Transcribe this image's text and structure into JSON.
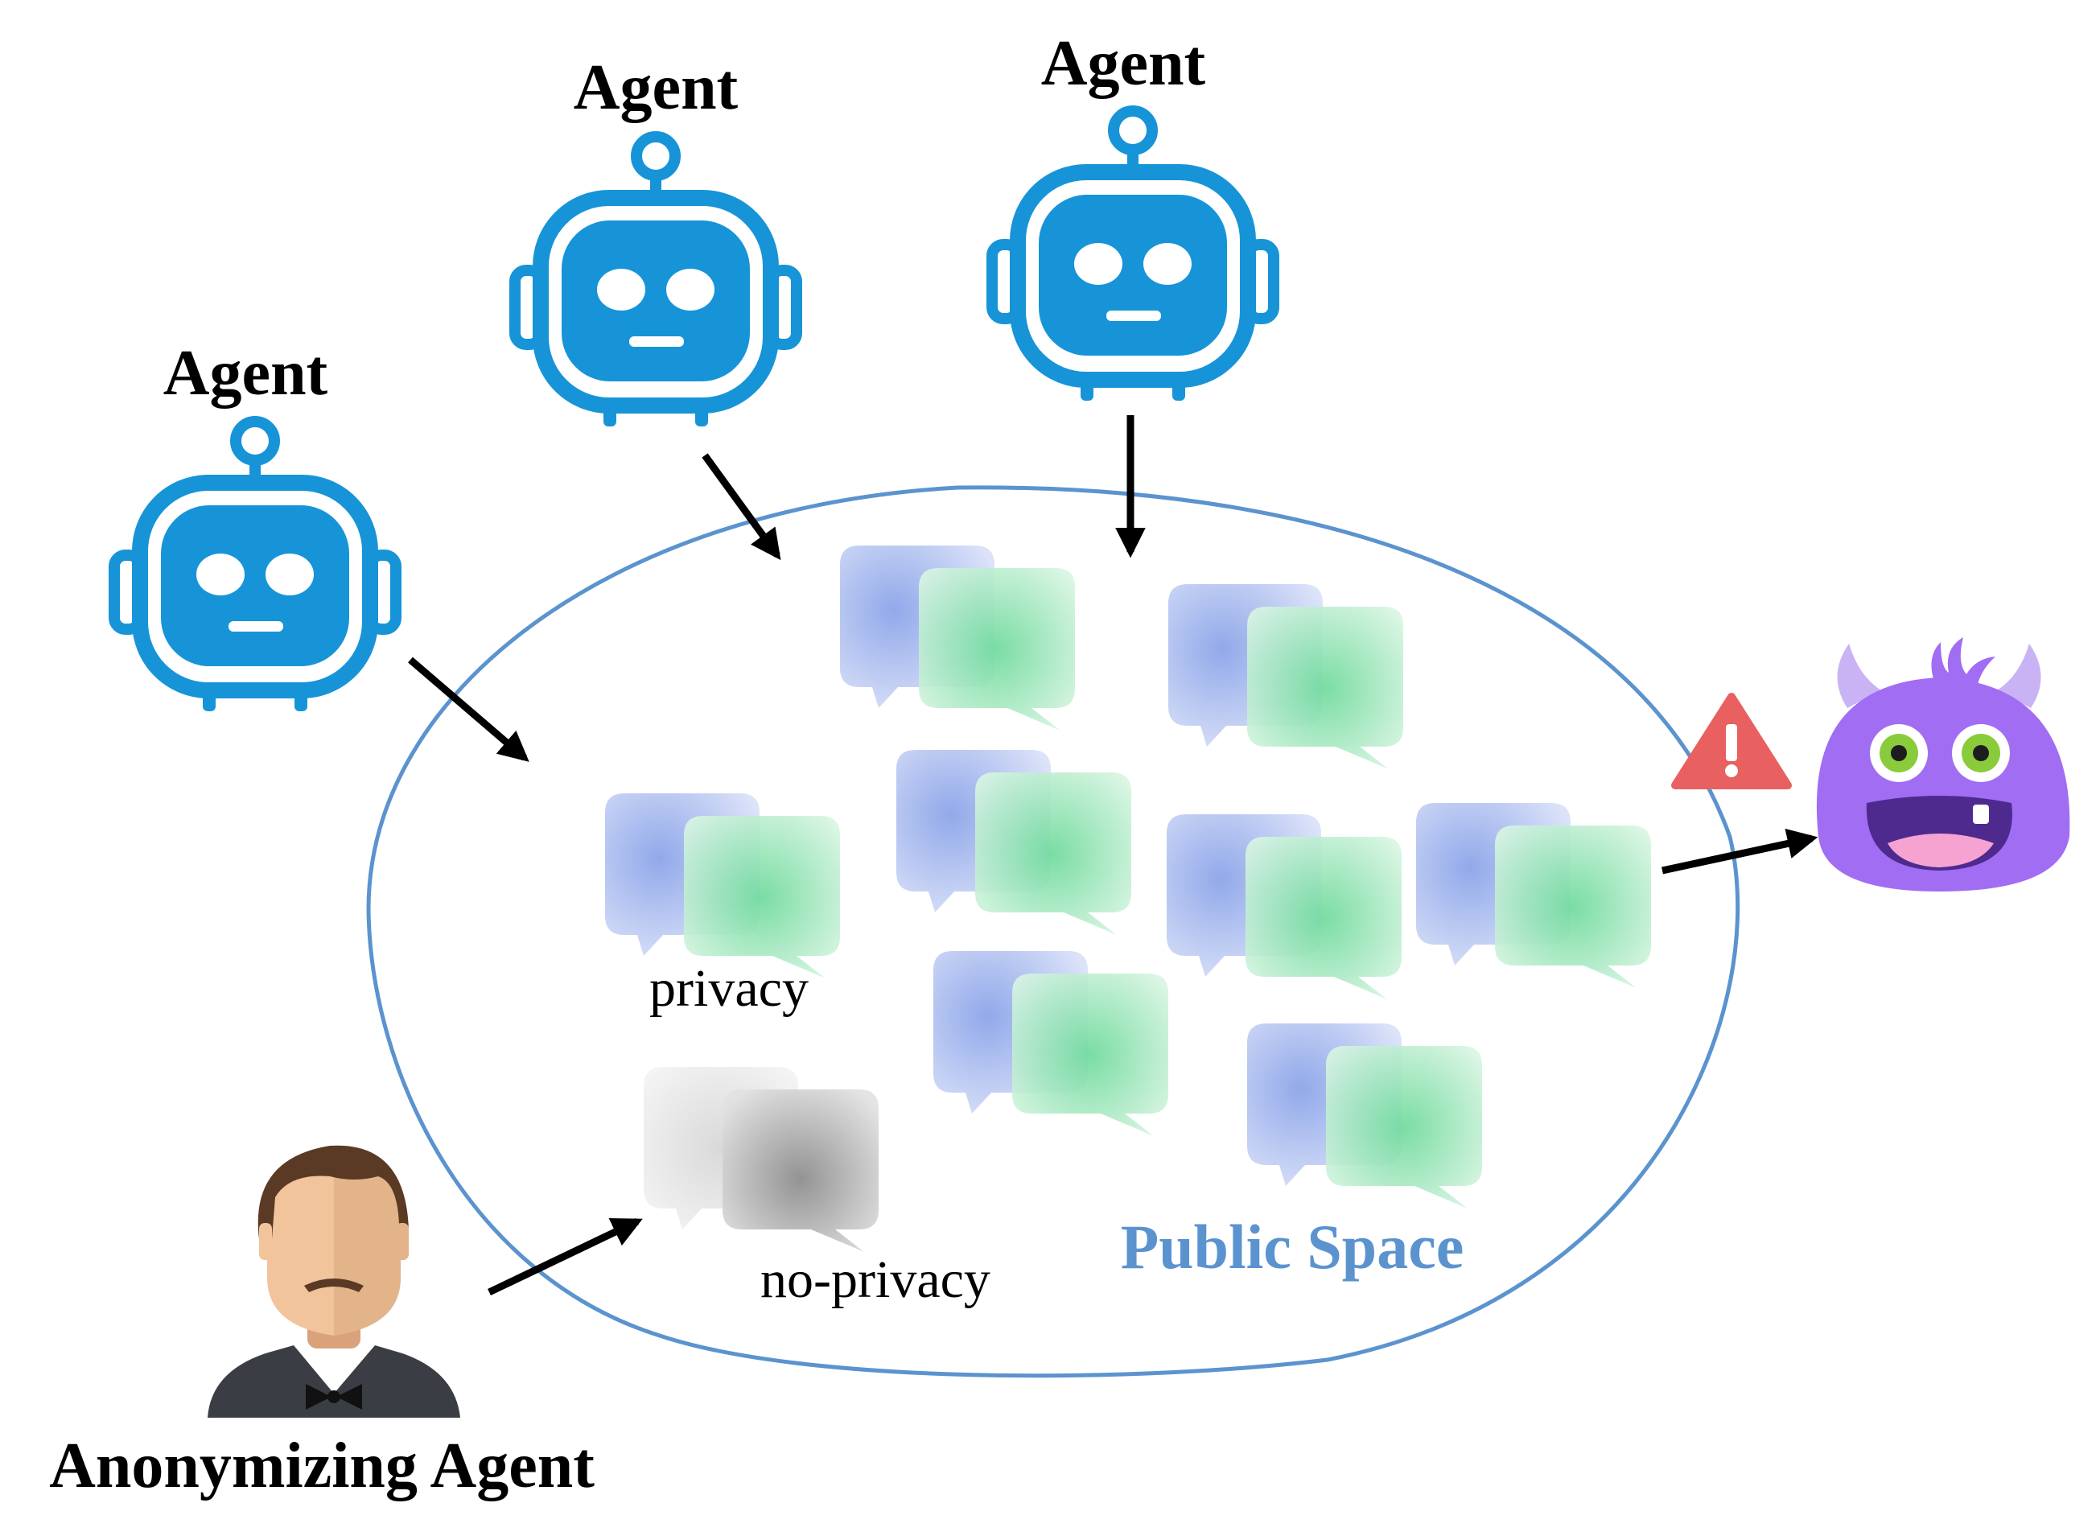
{
  "labels": {
    "agent_left": "Agent",
    "agent_middle": "Agent",
    "agent_right": "Agent",
    "anonymizing_agent": "Anonymizing Agent",
    "public_space": "Public Space",
    "privacy": "privacy",
    "no_privacy": "no-privacy"
  },
  "colors": {
    "robot_blue": "#1794d8",
    "space_border": "#5b93cf",
    "space_label": "#5b93cf",
    "bubble_blue": "#7e9ae6",
    "bubble_green": "#6cd99a",
    "bubble_gray": "#9a9a9a",
    "monster_purple": "#a16df3",
    "warning_red": "#e8605f"
  },
  "icons": {
    "agent": "robot-icon",
    "anonymizing_agent": "person-icon",
    "attacker": "monster-icon",
    "warning": "warning-icon",
    "message": "chat-bubble-icon"
  }
}
